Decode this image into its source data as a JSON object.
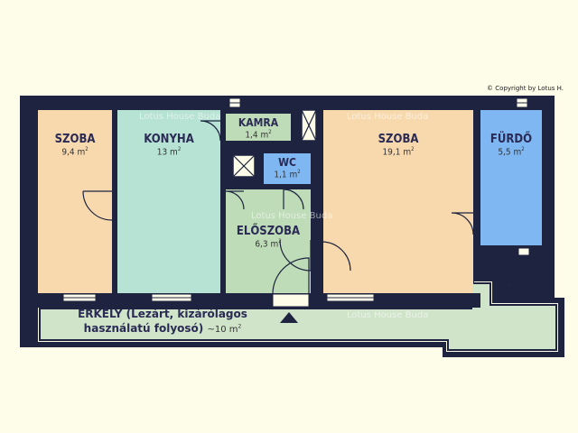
{
  "copyright": "© Copyright by Lotus H.",
  "watermark": "Lotus House Buda",
  "rooms": {
    "szoba_left": {
      "name": "SZOBA",
      "area": "9,4 m",
      "unit": "2"
    },
    "konyha": {
      "name": "KONYHA",
      "area": "13 m",
      "unit": "2"
    },
    "kamra": {
      "name": "KAMRA",
      "area": "1,4 m",
      "unit": "2"
    },
    "wc": {
      "name": "WC",
      "area": "1,1 m",
      "unit": "2"
    },
    "eloszoba": {
      "name": "ELŐSZOBA",
      "area": "6,3 m",
      "unit": "2"
    },
    "szoba_right": {
      "name": "SZOBA",
      "area": "19,1 m",
      "unit": "2"
    },
    "furdo": {
      "name": "FÜRDŐ",
      "area": "5,5 m",
      "unit": "2"
    }
  },
  "balcony": {
    "line1": "ERKÉLY (Lezárt, kizárólagos",
    "line2": "használatú folyosó)",
    "area": "~10 m",
    "unit": "2"
  },
  "colors": {
    "wall": "#1e2440",
    "szoba_left": "#f8d9ad",
    "konyha": "#b6e3d4",
    "kamra": "#bedcb7",
    "wc": "#7fb7f2",
    "eloszoba": "#bedcb7",
    "szoba_right": "#f8d9ad",
    "furdo": "#7fb7f2",
    "balcony": "#cfe4c9"
  }
}
